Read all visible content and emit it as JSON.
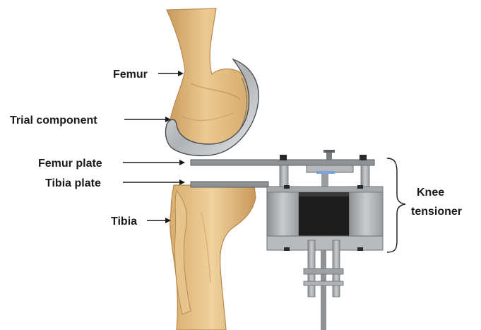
{
  "labels": {
    "femur": "Femur",
    "trial_component": "Trial component",
    "femur_plate": "Femur plate",
    "tibia_plate": "Tibia plate",
    "tibia": "Tibia",
    "knee_line1": "Knee",
    "knee_line2": "tensioner"
  },
  "colors": {
    "bone": "#e2bd82",
    "bone_shadow": "#b98a4e",
    "implant": "#cfd2d6",
    "device_gray": "#a9acaf",
    "motor": "#1c1c1c",
    "text": "#1a1a1a"
  }
}
